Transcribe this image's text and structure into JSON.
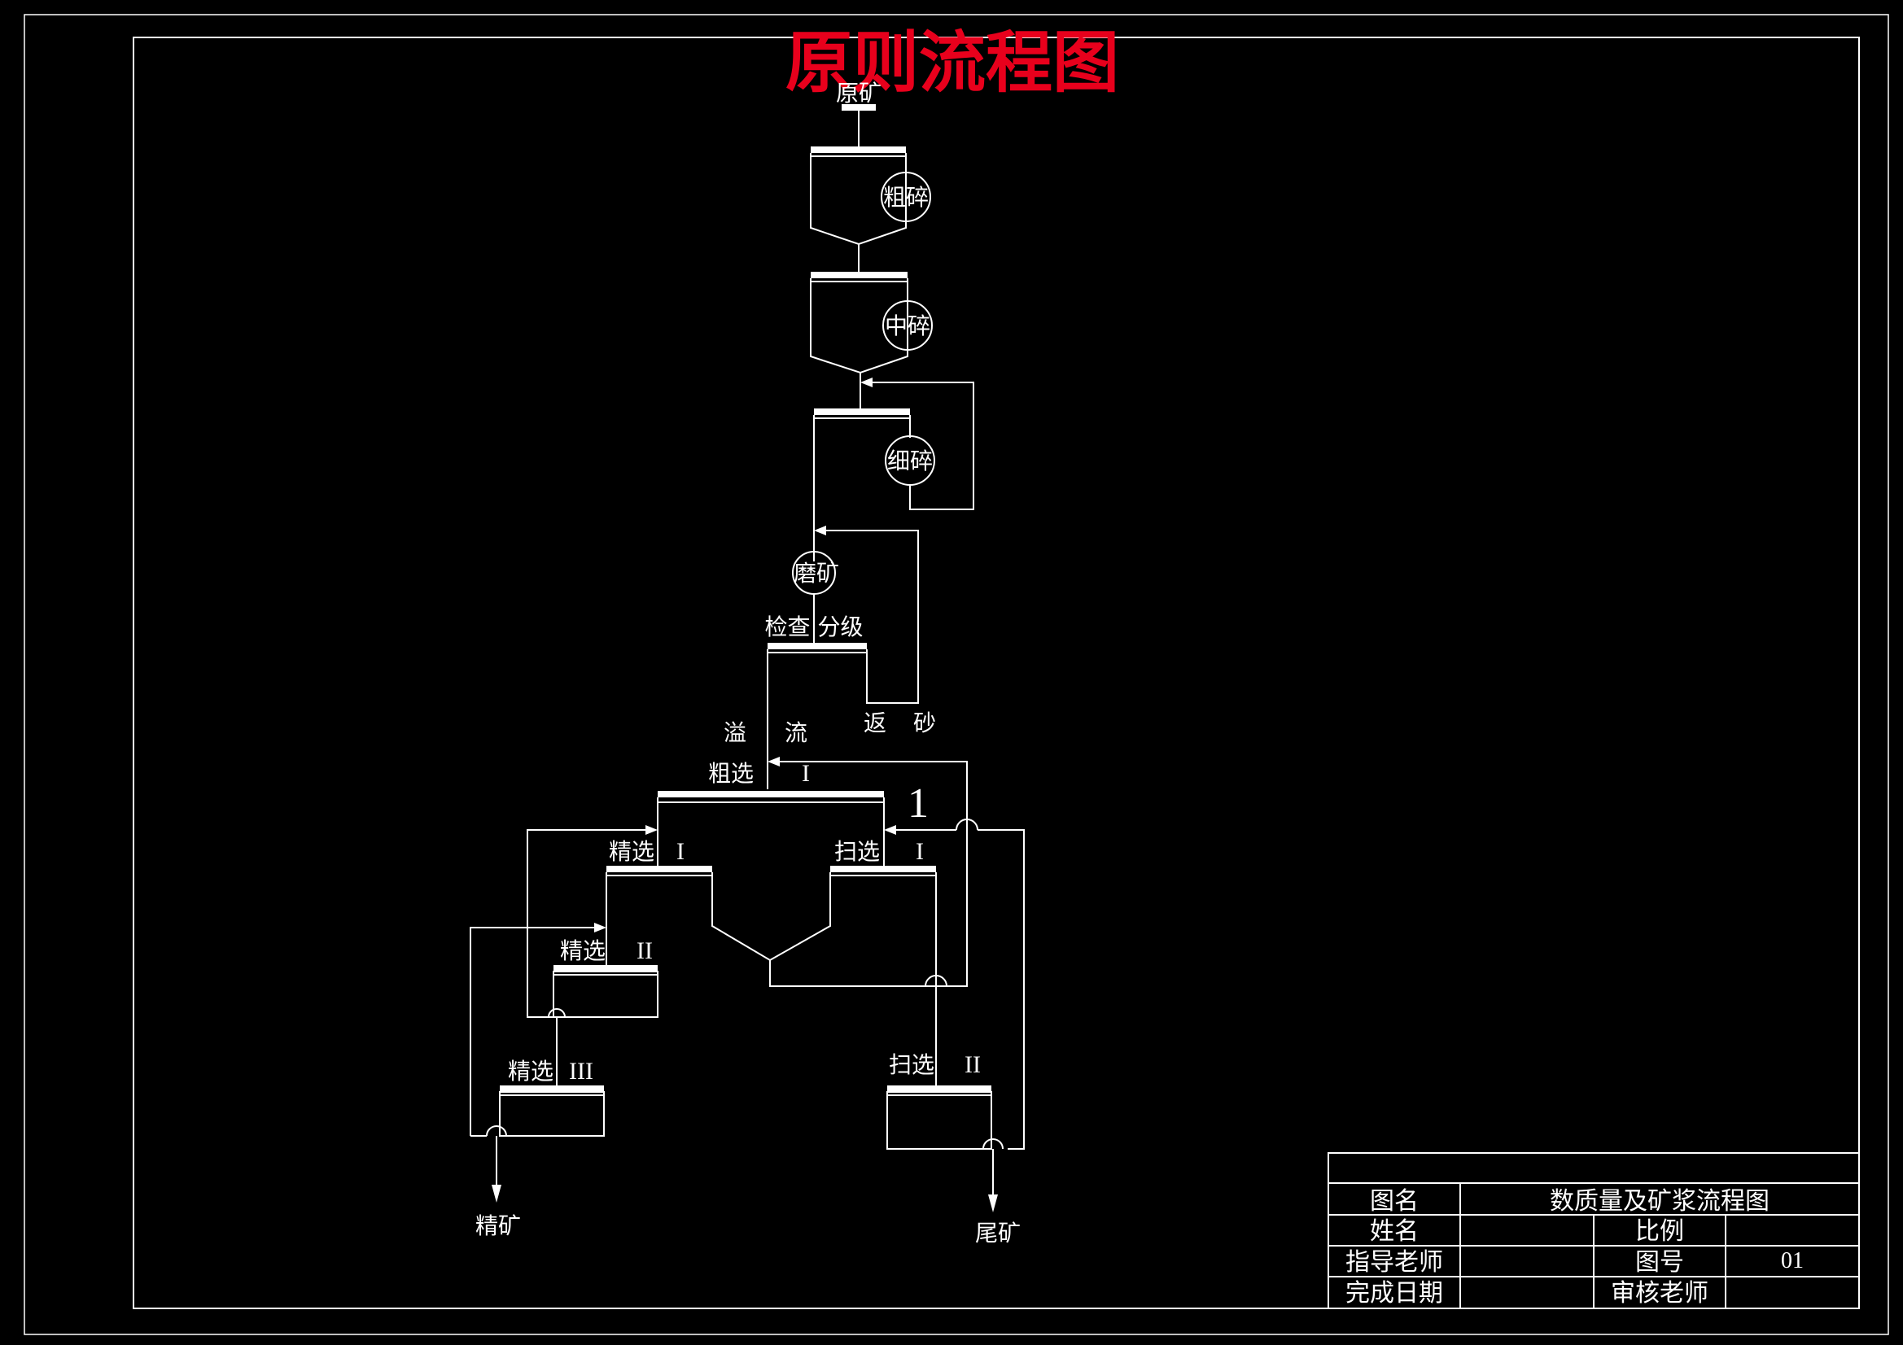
{
  "title": "原则流程图",
  "labels": {
    "raw_ore": "原矿",
    "coarse_crush": "粗碎",
    "medium_crush": "中碎",
    "fine_crush": "细碎",
    "grinding": "磨矿",
    "check_classify": "检查 分级",
    "overflow_1": "溢",
    "overflow_2": "流",
    "return_sand_1": "返",
    "return_sand_2": "砂",
    "rough_sep": "粗选",
    "rough_num": "I",
    "stream_number": "1",
    "clean_1": "精选",
    "clean_1_num": "I",
    "scav_1": "扫选",
    "scav_1_num": "I",
    "clean_2": "精选",
    "clean_2_num": "II",
    "clean_3": "精选",
    "clean_3_num": "III",
    "scav_2": "扫选",
    "scav_2_num": "II",
    "concentrate": "精矿",
    "tailings": "尾矿"
  },
  "title_block": {
    "drawing_name_label": "图名",
    "drawing_name_value": "数质量及矿浆流程图",
    "name_label": "姓名",
    "scale_label": "比例",
    "advisor_label": "指导老师",
    "drawing_no_label": "图号",
    "drawing_no_value": "01",
    "date_label": "完成日期",
    "reviewer_label": "审核老师"
  }
}
